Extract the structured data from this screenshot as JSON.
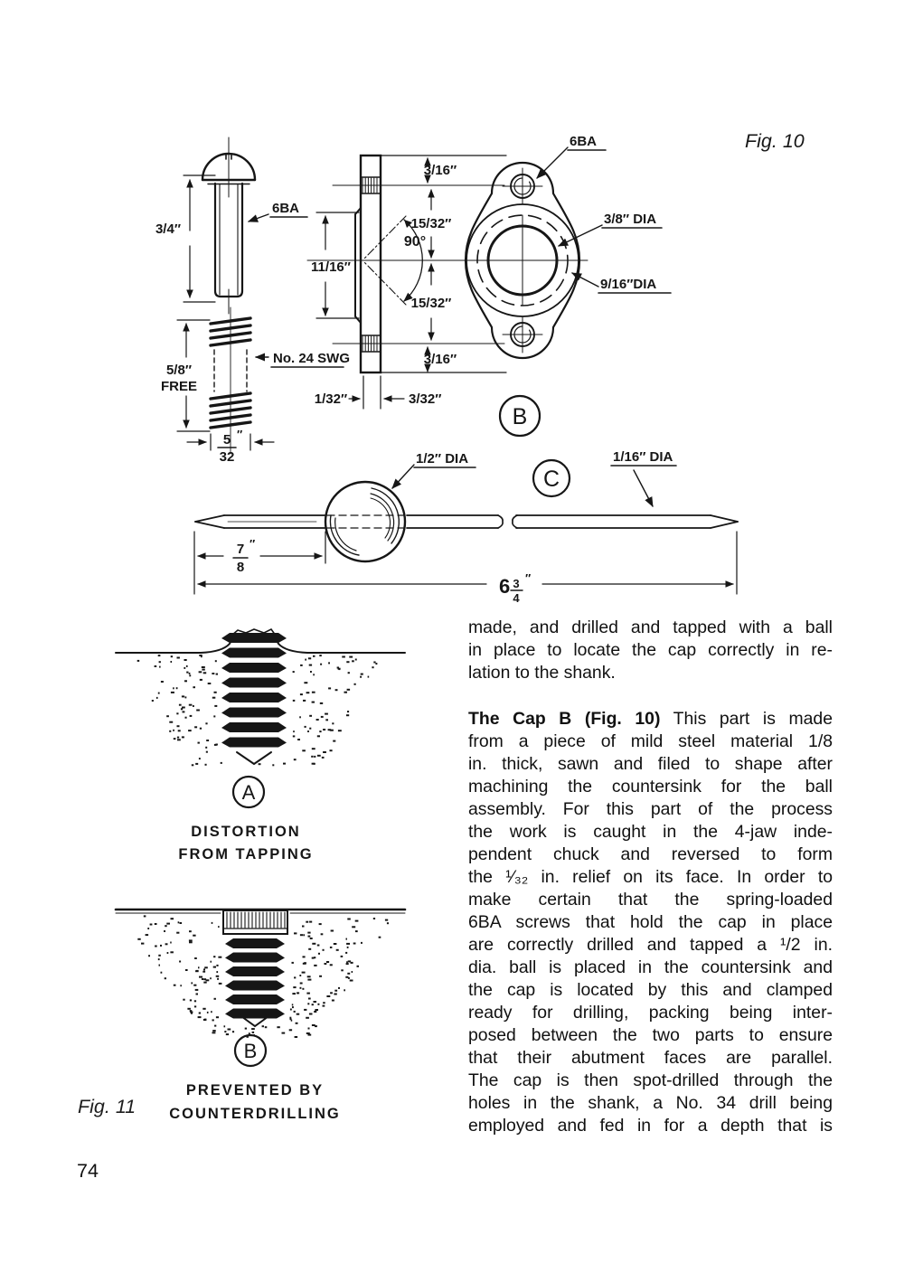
{
  "page": {
    "ink": "#161616",
    "fig10_label": "Fig. 10",
    "fig11_label": "Fig. 11",
    "page_number": "74"
  },
  "fig10": {
    "screw": {
      "length": "3/4″",
      "thread": "6BA"
    },
    "spring": {
      "free_length": "5/8″",
      "free_word": "FREE",
      "gauge": "No. 24 SWG",
      "od_num": "5",
      "od_den": "32",
      "od_unit": "″"
    },
    "plate": {
      "top": "3/16″",
      "upper": "15/32″",
      "angle": "90°",
      "lower": "15/32″",
      "bottom": "3/16″",
      "height": "11/16″",
      "relief": "1/32″",
      "thickness": "3/32″"
    },
    "cap": {
      "screw": "6BA",
      "bore": "3/8″ DIA",
      "boss": "9/16″DIA",
      "detail": "B"
    },
    "shaft": {
      "ball": "1/2″ DIA",
      "rod": "1/16″ DIA",
      "detail": "C",
      "pos_num": "7",
      "pos_den": "8",
      "pos_unit": "″",
      "total_whole": "6",
      "total_num": "3",
      "total_den": "4",
      "total_unit": "″"
    }
  },
  "fig11": {
    "a": {
      "letter": "A",
      "caption_line1": "DISTORTION",
      "caption_line2": "FROM TAPPING"
    },
    "b": {
      "letter": "B",
      "caption_line1": "PREVENTED BY",
      "caption_line2": "COUNTERDRILLING"
    }
  },
  "article": {
    "paragraphs": [
      {
        "last_left": true,
        "lines": [
          "made, and drilled and tapped with a ball",
          "in place to locate the cap correctly in re-",
          "lation to the shank."
        ]
      },
      {
        "lead_bold": "The Cap B (Fig. 10)",
        "last_left": false,
        "lines": [
          "This part is made",
          "from a piece of mild steel material 1/8",
          "in. thick, sawn and filed to shape after",
          "machining the countersink for the ball",
          "assembly. For this part of the process",
          "the work is caught in the 4-jaw inde-",
          "pendent chuck and reversed to form",
          "the ¹⁄₃₂ in. relief on its face. In order to",
          "make certain that the spring-loaded",
          "6BA screws that hold the cap in place",
          "are correctly drilled and tapped a ¹/2 in.",
          "dia. ball is placed in the countersink and",
          "the cap is located by this and clamped",
          "ready for drilling, packing being inter-",
          "posed between the two parts to ensure",
          "that their abutment faces are parallel.",
          "The cap is then spot-drilled through the",
          "holes in the shank, a No. 34 drill being",
          "employed and fed in for a depth that is"
        ]
      }
    ]
  }
}
